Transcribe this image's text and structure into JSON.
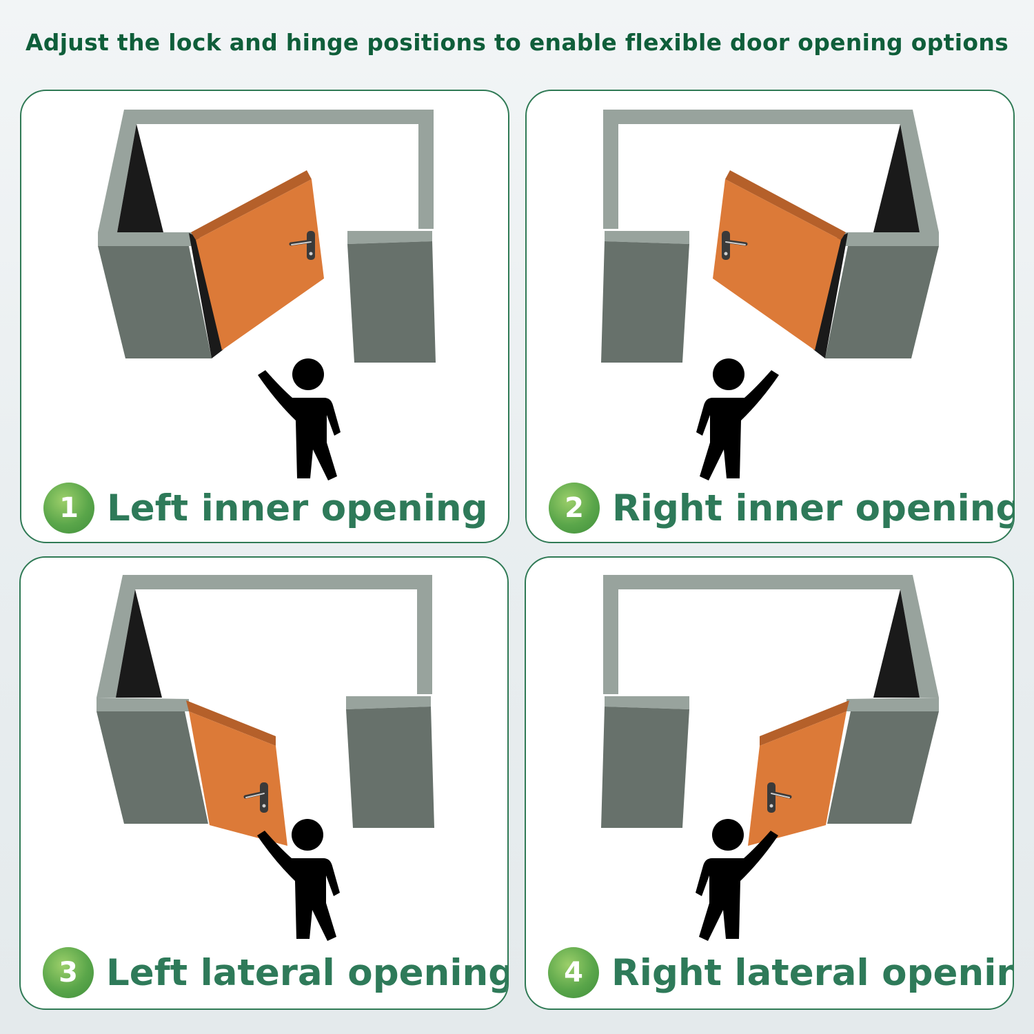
{
  "title": "Adjust the lock and hinge positions to enable flexible door opening options",
  "panels": [
    {
      "number": "1",
      "label": "Left inner opening"
    },
    {
      "number": "2",
      "label": "Right inner opening"
    },
    {
      "number": "3",
      "label": "Left lateral opening"
    },
    {
      "number": "4",
      "label": "Right lateral opening"
    }
  ],
  "colors": {
    "frame": "#98a39d",
    "wall": "#67716b",
    "door": "#dc7a38",
    "door_edge": "#b5602a",
    "gap": "#1a1a1a",
    "heading": "#0f5e3a",
    "label": "#2e7a59",
    "border": "#2f7a55"
  }
}
